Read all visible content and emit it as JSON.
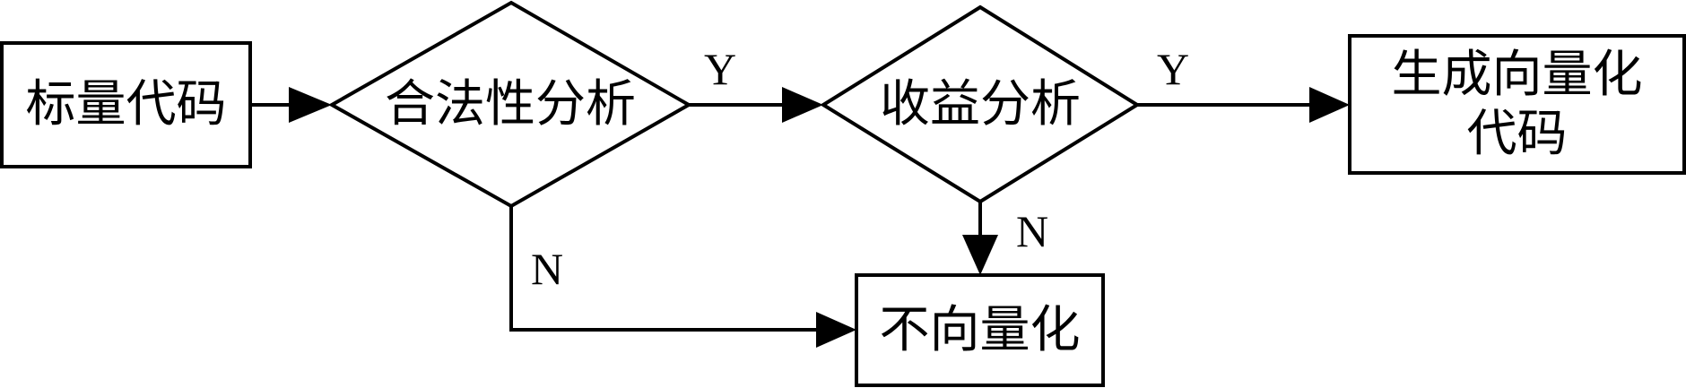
{
  "nodes": {
    "scalar_code": "标量代码",
    "legality_analysis": "合法性分析",
    "benefit_analysis": "收益分析",
    "generate_vector_code_line1": "生成向量化",
    "generate_vector_code_line2": "代码",
    "no_vectorize": "不向量化"
  },
  "edges": {
    "legality_yes": "Y",
    "legality_no": "N",
    "benefit_yes": "Y",
    "benefit_no": "N"
  }
}
